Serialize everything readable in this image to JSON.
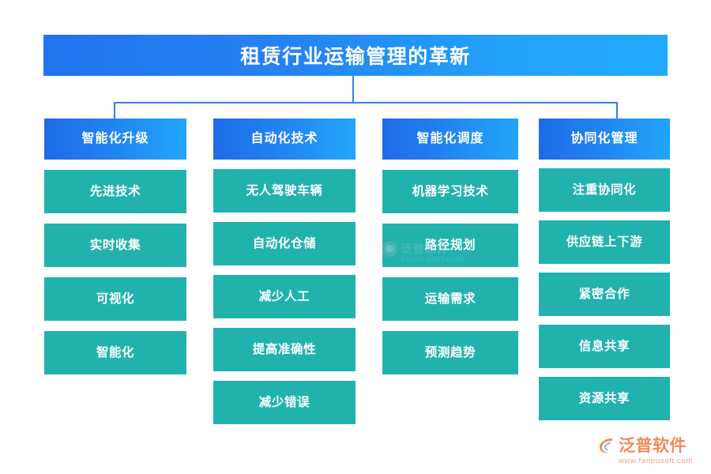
{
  "diagram": {
    "type": "hierarchy-tree",
    "title": "租赁行业运输管理的革新",
    "columns": [
      {
        "header": "智能化升级",
        "items": [
          "先进技术",
          "实时收集",
          "可视化",
          "智能化"
        ]
      },
      {
        "header": "自动化技术",
        "items": [
          "无人驾驶车辆",
          "自动化仓储",
          "减少人工",
          "提高准确性",
          "减少错误"
        ]
      },
      {
        "header": "智能化调度",
        "items": [
          "机器学习技术",
          "路径规划",
          "运输需求",
          "预测趋势"
        ]
      },
      {
        "header": "协同化管理",
        "items": [
          "注重协同化",
          "供应链上下游",
          "紧密合作",
          "信息共享",
          "资源共享"
        ]
      }
    ]
  },
  "watermark": {
    "name": "泛普软件",
    "subtitle": "FANPU SOFTWARE"
  },
  "brand": {
    "name": "泛普软件",
    "url": "www.fanpusoft.com"
  },
  "colors": {
    "title_gradient_start": "#2273ef",
    "title_gradient_end": "#21a9fc",
    "header_gradient_start": "#1e6ae8",
    "header_gradient_end": "#21a6fb",
    "leaf_fill": "#22b2ae",
    "connector": "#3b7ee8",
    "text": "#ffffff",
    "brand_accent": "#f08b5c",
    "background": "#ffffff"
  }
}
